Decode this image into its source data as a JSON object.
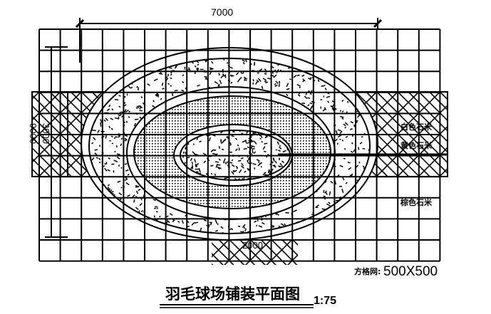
{
  "drawing": {
    "title": "羽毛球场铺装平面图",
    "scale": "1:75",
    "grid_label": "方格网:",
    "grid_size": "500X500",
    "dimensions": {
      "top_width": "7000",
      "left_outer": "9000",
      "left_inner": "3000",
      "bottom_path": "2000"
    },
    "material_labels": [
      "白色石米",
      "黄色石米",
      "棕色石米"
    ]
  }
}
